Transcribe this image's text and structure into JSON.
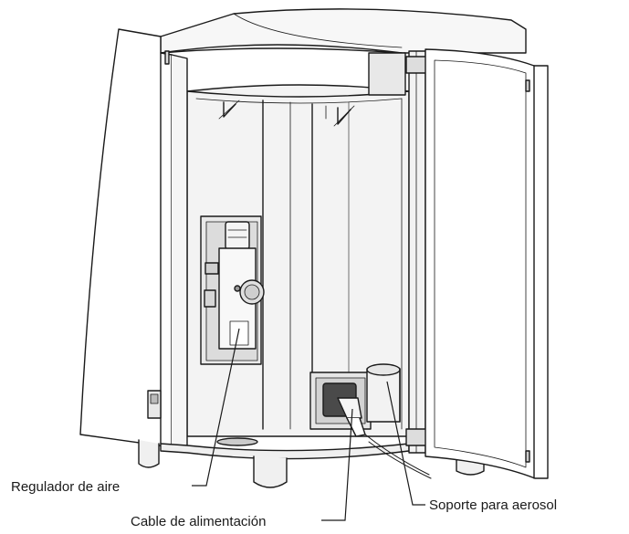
{
  "callouts": {
    "air_regulator": "Regulador de aire",
    "power_cable": "Cable de alimentación",
    "spray_holder": "Soporte para aerosol"
  }
}
